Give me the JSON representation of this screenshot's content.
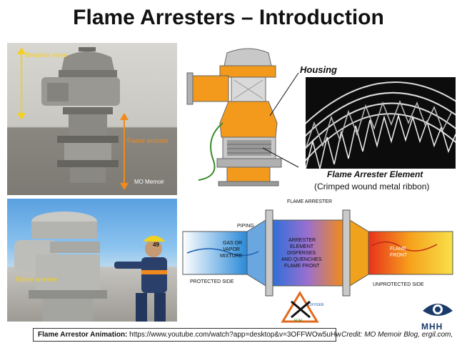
{
  "title": "Flame Arresters – Introduction",
  "photo_top_left": {
    "breather_label": "Breather valve",
    "arrester_label": "Flame arrester",
    "watermark": "MO Memoir"
  },
  "photo_bottom_left": {
    "arrester_label": "Flame arrester",
    "helmet_number": "49"
  },
  "cutaway": {
    "housing_label": "Housing",
    "element_label": "Flame Arrester Element",
    "element_sub": "(Crimped wound metal ribbon)"
  },
  "schematic": {
    "flame_arrester": "FLAME ARRESTER",
    "piping": "PIPING",
    "gas_line1": "GAS OR",
    "gas_line2": "VAPOR",
    "gas_line3": "MIXTURE",
    "arrester_line1": "ARRESTER",
    "arrester_line2": "ELEMENT",
    "arrester_line3": "DISPERSES",
    "arrester_line4": "AND QUENCHES",
    "arrester_line5": "FLAME FRONT",
    "flame_line1": "FLAME",
    "flame_line2": "FRONT",
    "protected": "PROTECTED SIDE",
    "unprotected": "UNPROTECTED SIDE",
    "triangle_fuel": "FUEL",
    "triangle_oxygen": "OXYGEN"
  },
  "logo_text": "MHH",
  "footer": {
    "animation_label": "Flame Arrestor Animation:",
    "animation_url": "https://www.youtube.com/watch?app=desktop&v=3OFFWOw5uHw",
    "credit": "Credit: MO Memoir Blog, ergil.com,"
  }
}
